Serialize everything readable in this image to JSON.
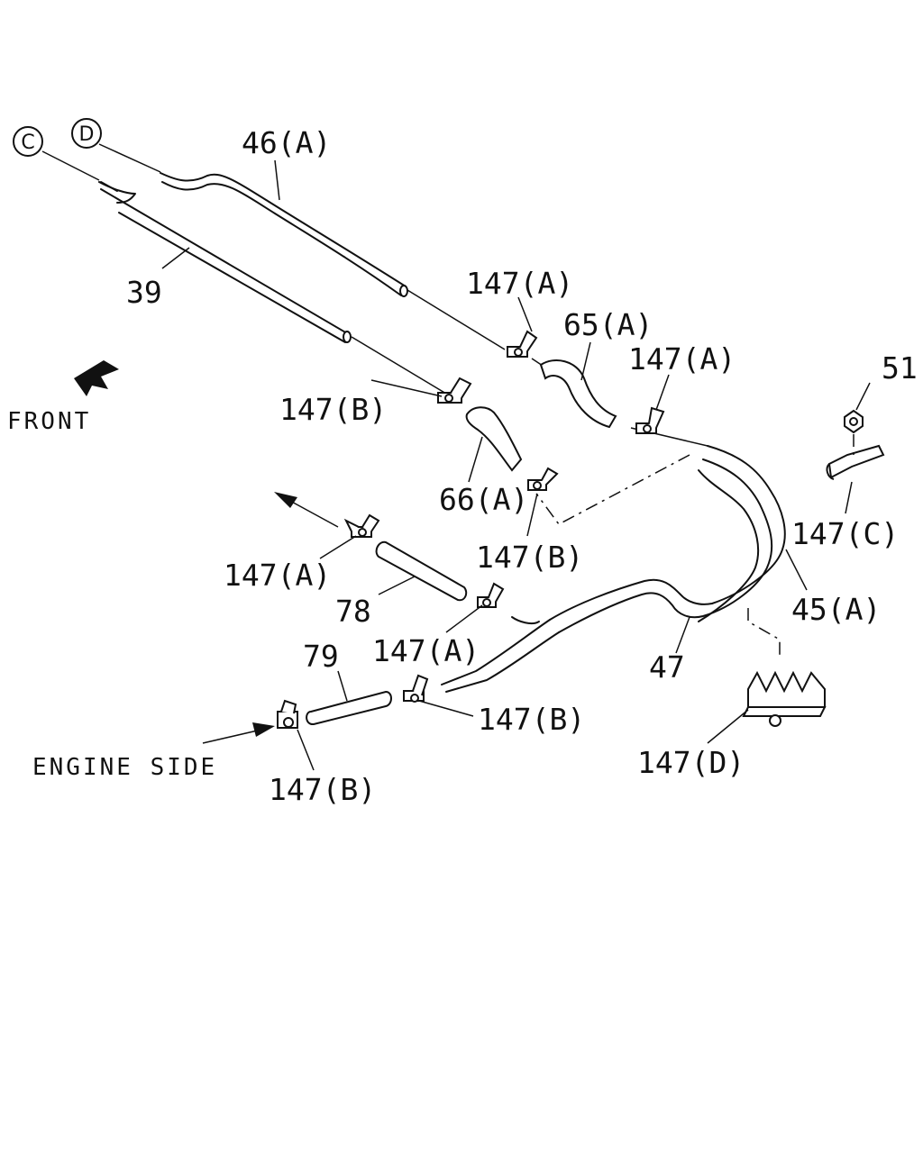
{
  "connectors": {
    "c": "C",
    "d": "D"
  },
  "labels": {
    "l46a": "46(A)",
    "l39": "39",
    "l147a_1": "147(A)",
    "l65a": "65(A)",
    "l147a_2": "147(A)",
    "l51": "51",
    "l147b_1": "147(B)",
    "l66a": "66(A)",
    "l147b_2": "147(B)",
    "l147c": "147(C)",
    "l147a_3": "147(A)",
    "l78": "78",
    "l45a": "45(A)",
    "l147a_4": "147(A)",
    "l47": "47",
    "l79": "79",
    "l147b_3": "147(B)",
    "l147d": "147(D)",
    "l147b_4": "147(B)"
  },
  "directions": {
    "front": "FRONT",
    "engine_side": "ENGINE SIDE"
  },
  "icons": {
    "front_arrow": "front-arrow-icon",
    "engine_arrow": "engine-side-arrow-icon"
  }
}
